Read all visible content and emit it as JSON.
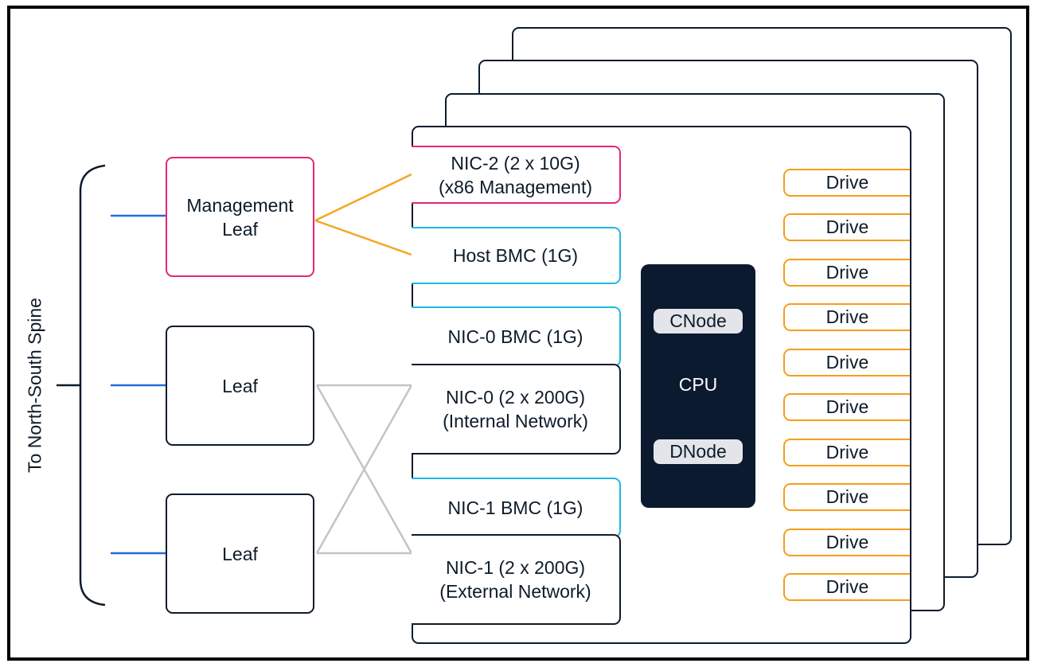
{
  "spine_label": "To North-South Spine",
  "leaves": {
    "management": "Management\nLeaf",
    "leaf_a": "Leaf",
    "leaf_b": "Leaf"
  },
  "nics": {
    "nic2": "NIC-2 (2 x 10G)\n(x86 Management)",
    "host_bmc": "Host BMC (1G)",
    "nic0_bmc": "NIC-0 BMC (1G)",
    "nic0": "NIC-0 (2 x 200G)\n(Internal Network)",
    "nic1_bmc": "NIC-1 BMC (1G)",
    "nic1": "NIC-1 (2 x 200G)\n(External Network)"
  },
  "cpu": {
    "label": "CPU",
    "top_pill": "CNode",
    "bottom_pill": "DNode"
  },
  "drives": [
    "Drive",
    "Drive",
    "Drive",
    "Drive",
    "Drive",
    "Drive",
    "Drive",
    "Drive",
    "Drive",
    "Drive"
  ],
  "colors": {
    "dark": "#0d1b2a",
    "management": "#e5267a",
    "bmc": "#1fb8e3",
    "drive": "#f59e1b",
    "uplink": "#1f6fd6",
    "mgmt_link": "#f5a623",
    "cross_link": "#c4c4c4"
  }
}
